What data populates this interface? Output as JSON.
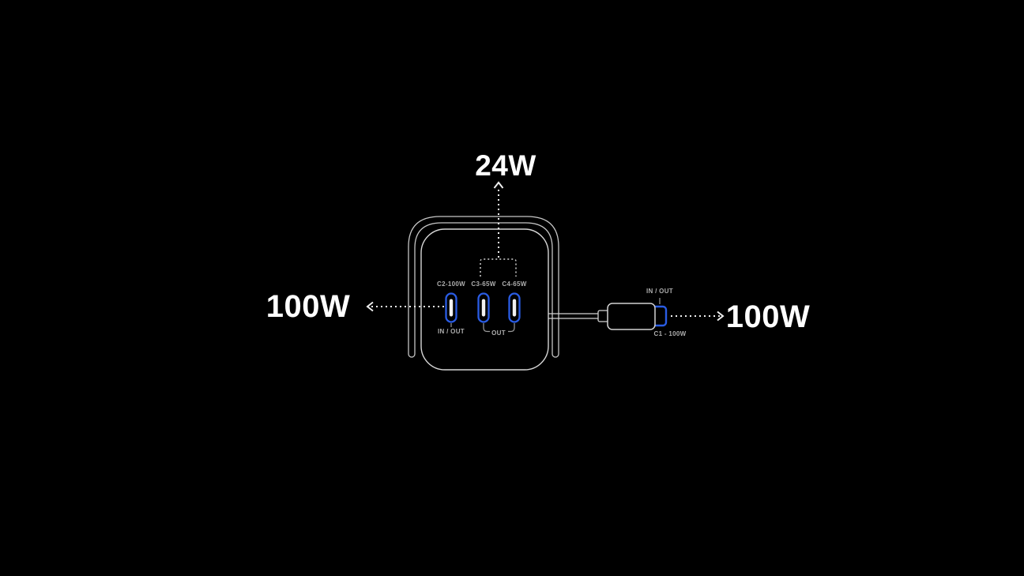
{
  "colors": {
    "background": "#000000",
    "outline": "#d2d2d2",
    "accent_blue": "#2a5ce4",
    "small_label_gray": "#aeaeae",
    "arrow_white": "#f0f0f0"
  },
  "callouts": {
    "top": "24W",
    "left": "100W",
    "right": "100W"
  },
  "device": {
    "ports": [
      {
        "label": "C2-100W",
        "direction": "IN / OUT"
      },
      {
        "label": "C3-65W",
        "direction": "OUT"
      },
      {
        "label": "C4-65W",
        "direction": "OUT"
      }
    ],
    "shared_out_label": "OUT"
  },
  "connector": {
    "direction_label": "IN / OUT",
    "label": "C1 - 100W"
  }
}
